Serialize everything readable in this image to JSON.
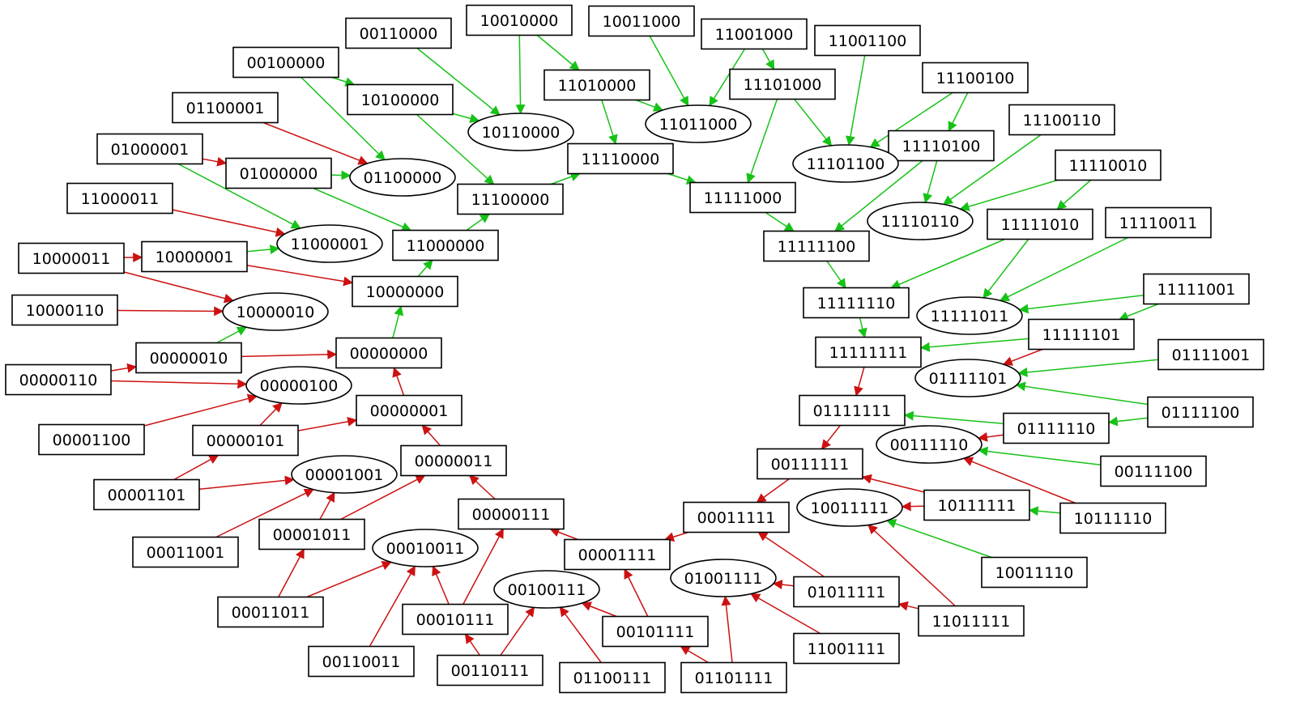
{
  "colors": {
    "green": "#17c217",
    "red": "#cc1111"
  },
  "nodes": [
    {
      "id": "00110000",
      "shape": "box"
    },
    {
      "id": "10010000",
      "shape": "box"
    },
    {
      "id": "10011000",
      "shape": "box"
    },
    {
      "id": "11001000",
      "shape": "box"
    },
    {
      "id": "11001100",
      "shape": "box"
    },
    {
      "id": "00100000",
      "shape": "box"
    },
    {
      "id": "11010000",
      "shape": "box"
    },
    {
      "id": "11101000",
      "shape": "box"
    },
    {
      "id": "11100100",
      "shape": "box"
    },
    {
      "id": "01100001",
      "shape": "box"
    },
    {
      "id": "10100000",
      "shape": "box"
    },
    {
      "id": "10110000",
      "shape": "ellipse"
    },
    {
      "id": "11011000",
      "shape": "ellipse"
    },
    {
      "id": "11100110",
      "shape": "box"
    },
    {
      "id": "01000001",
      "shape": "box"
    },
    {
      "id": "11110000",
      "shape": "box"
    },
    {
      "id": "11110100",
      "shape": "box"
    },
    {
      "id": "11101100",
      "shape": "ellipse"
    },
    {
      "id": "01000000",
      "shape": "box"
    },
    {
      "id": "01100000",
      "shape": "ellipse"
    },
    {
      "id": "11110010",
      "shape": "box"
    },
    {
      "id": "11000011",
      "shape": "box"
    },
    {
      "id": "11100000",
      "shape": "box"
    },
    {
      "id": "11111000",
      "shape": "box"
    },
    {
      "id": "11110110",
      "shape": "ellipse"
    },
    {
      "id": "11111010",
      "shape": "box"
    },
    {
      "id": "11110011",
      "shape": "box"
    },
    {
      "id": "11000000",
      "shape": "box"
    },
    {
      "id": "11000001",
      "shape": "ellipse"
    },
    {
      "id": "11111100",
      "shape": "box"
    },
    {
      "id": "10000011",
      "shape": "box"
    },
    {
      "id": "10000001",
      "shape": "box"
    },
    {
      "id": "10000000",
      "shape": "box"
    },
    {
      "id": "11111110",
      "shape": "box"
    },
    {
      "id": "11111001",
      "shape": "box"
    },
    {
      "id": "10000110",
      "shape": "box"
    },
    {
      "id": "10000010",
      "shape": "ellipse"
    },
    {
      "id": "11111011",
      "shape": "ellipse"
    },
    {
      "id": "11111101",
      "shape": "box"
    },
    {
      "id": "00000010",
      "shape": "box"
    },
    {
      "id": "00000000",
      "shape": "box"
    },
    {
      "id": "11111111",
      "shape": "box"
    },
    {
      "id": "01111001",
      "shape": "box"
    },
    {
      "id": "00000110",
      "shape": "box"
    },
    {
      "id": "00000100",
      "shape": "ellipse"
    },
    {
      "id": "01111101",
      "shape": "ellipse"
    },
    {
      "id": "00000001",
      "shape": "box"
    },
    {
      "id": "01111111",
      "shape": "box"
    },
    {
      "id": "01111100",
      "shape": "box"
    },
    {
      "id": "00001100",
      "shape": "box"
    },
    {
      "id": "00000101",
      "shape": "box"
    },
    {
      "id": "01111110",
      "shape": "box"
    },
    {
      "id": "00111110",
      "shape": "ellipse"
    },
    {
      "id": "00000011",
      "shape": "box"
    },
    {
      "id": "00111111",
      "shape": "box"
    },
    {
      "id": "00111100",
      "shape": "box"
    },
    {
      "id": "00001101",
      "shape": "box"
    },
    {
      "id": "00001001",
      "shape": "ellipse"
    },
    {
      "id": "10111111",
      "shape": "box"
    },
    {
      "id": "00000111",
      "shape": "box"
    },
    {
      "id": "00011111",
      "shape": "box"
    },
    {
      "id": "10011111",
      "shape": "ellipse"
    },
    {
      "id": "10111110",
      "shape": "box"
    },
    {
      "id": "00001011",
      "shape": "box"
    },
    {
      "id": "00011001",
      "shape": "box"
    },
    {
      "id": "00001111",
      "shape": "box"
    },
    {
      "id": "00010011",
      "shape": "ellipse"
    },
    {
      "id": "10011110",
      "shape": "box"
    },
    {
      "id": "01001111",
      "shape": "ellipse"
    },
    {
      "id": "00100111",
      "shape": "ellipse"
    },
    {
      "id": "01011111",
      "shape": "box"
    },
    {
      "id": "00011011",
      "shape": "box"
    },
    {
      "id": "00010111",
      "shape": "box"
    },
    {
      "id": "11011111",
      "shape": "box"
    },
    {
      "id": "00101111",
      "shape": "box"
    },
    {
      "id": "11001111",
      "shape": "box"
    },
    {
      "id": "00110011",
      "shape": "box"
    },
    {
      "id": "00110111",
      "shape": "box"
    },
    {
      "id": "01100111",
      "shape": "box"
    },
    {
      "id": "01101111",
      "shape": "box"
    }
  ],
  "edges": [
    {
      "from": "00110000",
      "to": "10110000",
      "color": "green"
    },
    {
      "from": "10010000",
      "to": "10110000",
      "color": "green"
    },
    {
      "from": "10010000",
      "to": "11010000",
      "color": "green"
    },
    {
      "from": "10011000",
      "to": "11011000",
      "color": "green"
    },
    {
      "from": "11001000",
      "to": "11011000",
      "color": "green"
    },
    {
      "from": "11001000",
      "to": "11101000",
      "color": "green"
    },
    {
      "from": "11001100",
      "to": "11101100",
      "color": "green"
    },
    {
      "from": "00100000",
      "to": "10100000",
      "color": "green"
    },
    {
      "from": "00100000",
      "to": "01100000",
      "color": "green"
    },
    {
      "from": "10100000",
      "to": "10110000",
      "color": "green"
    },
    {
      "from": "10100000",
      "to": "11100000",
      "color": "green"
    },
    {
      "from": "11010000",
      "to": "11011000",
      "color": "green"
    },
    {
      "from": "11010000",
      "to": "11110000",
      "color": "green"
    },
    {
      "from": "11101000",
      "to": "11101100",
      "color": "green"
    },
    {
      "from": "11101000",
      "to": "11111000",
      "color": "green"
    },
    {
      "from": "11100100",
      "to": "11101100",
      "color": "green"
    },
    {
      "from": "11100100",
      "to": "11110100",
      "color": "green"
    },
    {
      "from": "11100110",
      "to": "11110110",
      "color": "green"
    },
    {
      "from": "01100001",
      "to": "01100000",
      "color": "red"
    },
    {
      "from": "01000001",
      "to": "01000000",
      "color": "red"
    },
    {
      "from": "01000001",
      "to": "11000001",
      "color": "green"
    },
    {
      "from": "01000000",
      "to": "01100000",
      "color": "green"
    },
    {
      "from": "01000000",
      "to": "11000000",
      "color": "green"
    },
    {
      "from": "11110000",
      "to": "11111000",
      "color": "green"
    },
    {
      "from": "11100000",
      "to": "11110000",
      "color": "green"
    },
    {
      "from": "11000000",
      "to": "11100000",
      "color": "green"
    },
    {
      "from": "11110100",
      "to": "11110110",
      "color": "green"
    },
    {
      "from": "11110100",
      "to": "11111100",
      "color": "green"
    },
    {
      "from": "11110010",
      "to": "11110110",
      "color": "green"
    },
    {
      "from": "11110010",
      "to": "11111010",
      "color": "green"
    },
    {
      "from": "11000011",
      "to": "11000001",
      "color": "red"
    },
    {
      "from": "11111000",
      "to": "11111100",
      "color": "green"
    },
    {
      "from": "11111010",
      "to": "11111110",
      "color": "green"
    },
    {
      "from": "11111010",
      "to": "11111011",
      "color": "green"
    },
    {
      "from": "11110011",
      "to": "11111011",
      "color": "green"
    },
    {
      "from": "10000011",
      "to": "10000001",
      "color": "red"
    },
    {
      "from": "10000011",
      "to": "10000010",
      "color": "red"
    },
    {
      "from": "10000001",
      "to": "11000001",
      "color": "green"
    },
    {
      "from": "10000001",
      "to": "10000000",
      "color": "red"
    },
    {
      "from": "10000000",
      "to": "11000000",
      "color": "green"
    },
    {
      "from": "11111100",
      "to": "11111110",
      "color": "green"
    },
    {
      "from": "11111110",
      "to": "11111111",
      "color": "green"
    },
    {
      "from": "11111001",
      "to": "11111011",
      "color": "green"
    },
    {
      "from": "11111001",
      "to": "11111101",
      "color": "green"
    },
    {
      "from": "10000110",
      "to": "10000010",
      "color": "red"
    },
    {
      "from": "11111101",
      "to": "11111111",
      "color": "green"
    },
    {
      "from": "11111101",
      "to": "01111101",
      "color": "red"
    },
    {
      "from": "00000010",
      "to": "10000010",
      "color": "green"
    },
    {
      "from": "00000010",
      "to": "00000000",
      "color": "red"
    },
    {
      "from": "00000000",
      "to": "10000000",
      "color": "green"
    },
    {
      "from": "11111111",
      "to": "01111111",
      "color": "red"
    },
    {
      "from": "01111001",
      "to": "01111101",
      "color": "green"
    },
    {
      "from": "00000110",
      "to": "00000010",
      "color": "red"
    },
    {
      "from": "00000110",
      "to": "00000100",
      "color": "red"
    },
    {
      "from": "00000001",
      "to": "00000000",
      "color": "red"
    },
    {
      "from": "01111100",
      "to": "01111101",
      "color": "green"
    },
    {
      "from": "01111100",
      "to": "01111110",
      "color": "green"
    },
    {
      "from": "00001100",
      "to": "00000100",
      "color": "red"
    },
    {
      "from": "00000101",
      "to": "00000100",
      "color": "red"
    },
    {
      "from": "00000101",
      "to": "00000001",
      "color": "red"
    },
    {
      "from": "01111110",
      "to": "01111111",
      "color": "green"
    },
    {
      "from": "01111110",
      "to": "00111110",
      "color": "red"
    },
    {
      "from": "00000011",
      "to": "00000001",
      "color": "red"
    },
    {
      "from": "01111111",
      "to": "00111111",
      "color": "red"
    },
    {
      "from": "00111100",
      "to": "00111110",
      "color": "green"
    },
    {
      "from": "00001101",
      "to": "00000101",
      "color": "red"
    },
    {
      "from": "00001101",
      "to": "00001001",
      "color": "red"
    },
    {
      "from": "10111111",
      "to": "00111111",
      "color": "red"
    },
    {
      "from": "10111111",
      "to": "10011111",
      "color": "red"
    },
    {
      "from": "00111111",
      "to": "00011111",
      "color": "red"
    },
    {
      "from": "00000111",
      "to": "00000011",
      "color": "red"
    },
    {
      "from": "10111110",
      "to": "00111110",
      "color": "red"
    },
    {
      "from": "10111110",
      "to": "10111111",
      "color": "green"
    },
    {
      "from": "00001011",
      "to": "00001001",
      "color": "red"
    },
    {
      "from": "00001011",
      "to": "00000011",
      "color": "red"
    },
    {
      "from": "00011001",
      "to": "00001001",
      "color": "red"
    },
    {
      "from": "00011111",
      "to": "00001111",
      "color": "red"
    },
    {
      "from": "00001111",
      "to": "00000111",
      "color": "red"
    },
    {
      "from": "10011110",
      "to": "10011111",
      "color": "green"
    },
    {
      "from": "01011111",
      "to": "00011111",
      "color": "red"
    },
    {
      "from": "01011111",
      "to": "01001111",
      "color": "red"
    },
    {
      "from": "00011011",
      "to": "00001011",
      "color": "red"
    },
    {
      "from": "00011011",
      "to": "00010011",
      "color": "red"
    },
    {
      "from": "00010111",
      "to": "00010011",
      "color": "red"
    },
    {
      "from": "00010111",
      "to": "00000111",
      "color": "red"
    },
    {
      "from": "11011111",
      "to": "10011111",
      "color": "red"
    },
    {
      "from": "11011111",
      "to": "01011111",
      "color": "red"
    },
    {
      "from": "00101111",
      "to": "00001111",
      "color": "red"
    },
    {
      "from": "00101111",
      "to": "00100111",
      "color": "red"
    },
    {
      "from": "11001111",
      "to": "01001111",
      "color": "red"
    },
    {
      "from": "00110011",
      "to": "00010011",
      "color": "red"
    },
    {
      "from": "00110111",
      "to": "00010111",
      "color": "red"
    },
    {
      "from": "00110111",
      "to": "00100111",
      "color": "red"
    },
    {
      "from": "01100111",
      "to": "00100111",
      "color": "red"
    },
    {
      "from": "01101111",
      "to": "01001111",
      "color": "red"
    },
    {
      "from": "01101111",
      "to": "00101111",
      "color": "red"
    }
  ]
}
